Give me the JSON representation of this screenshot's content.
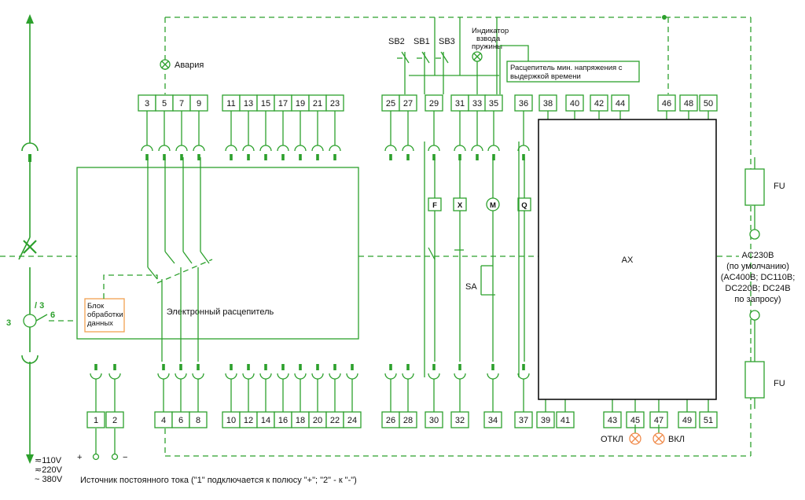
{
  "labels": {
    "avaria": "Авария",
    "sb2": "SB2",
    "sb1": "SB1",
    "sb3": "SB3",
    "indicator_line1": "Индикатор",
    "indicator_line2": "взвода",
    "indicator_line3": "пружины",
    "undervoltage_line1": "Расцепитель мин. напряжения с",
    "undervoltage_line2": "выдержкой времени",
    "trip_unit": "Электронный расцепитель",
    "block_line1": "Блок",
    "block_line2": "обработки",
    "block_line3": "данных",
    "ax": "AX",
    "sa": "SA",
    "f": "F",
    "x": "X",
    "m": "M",
    "q": "Q",
    "fu_top": "FU",
    "fu_bottom": "FU",
    "ac_line1": "AC230B",
    "ac_line2": "(по умолчанию)",
    "ac_line3": "(AC400B; DC110B;",
    "ac_line4": "DC220B; DC24B",
    "ac_line5": "по запросу)",
    "otkl": "ОТКЛ",
    "vkl": "ВКЛ",
    "v110": "≂110V",
    "v220": "≂220V",
    "v380": "~ 380V",
    "plus": "+",
    "minus": "−",
    "dc_source": "Источник постоянного тока (\"1\" подключается к полюсу \"+\"; \"2\" - к \"-\")",
    "pos3_left": "3",
    "pos3_mid": "/ 3",
    "pos6": "6"
  },
  "terminals_top": [
    "3",
    "5",
    "7",
    "9",
    "11",
    "13",
    "15",
    "17",
    "19",
    "21",
    "23",
    "25",
    "27",
    "29",
    "31",
    "33",
    "35",
    "36",
    "38",
    "40",
    "42",
    "44",
    "46",
    "48",
    "50"
  ],
  "terminals_bottom": [
    "1",
    "2",
    "4",
    "6",
    "8",
    "10",
    "12",
    "14",
    "16",
    "18",
    "20",
    "22",
    "24",
    "26",
    "28",
    "30",
    "32",
    "34",
    "37",
    "39",
    "41",
    "43",
    "45",
    "47",
    "49",
    "51"
  ]
}
